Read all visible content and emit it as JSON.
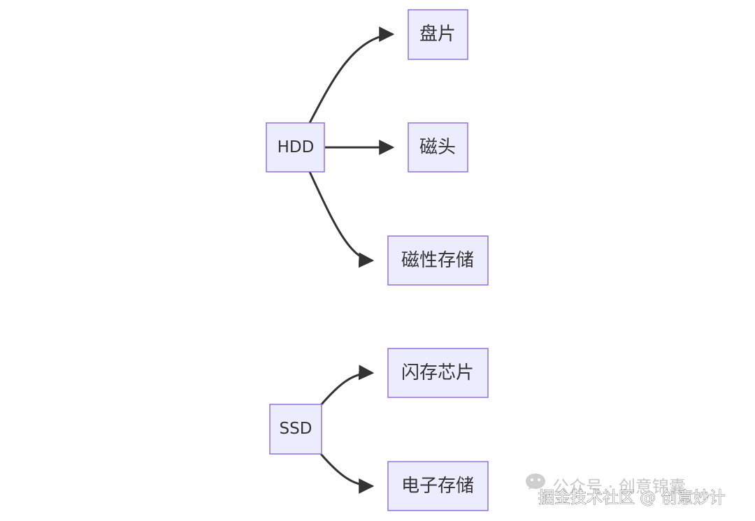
{
  "diagrams": [
    {
      "root": "HDD",
      "children": [
        "盘片",
        "磁头",
        "磁性存储"
      ]
    },
    {
      "root": "SSD",
      "children": [
        "闪存芯片",
        "电子存储"
      ]
    }
  ],
  "watermark": {
    "line1": "公众号 · 创意锦囊",
    "line2": "掘金技术社区 @ 创意妙计",
    "icon": "wechat-icon"
  },
  "colors": {
    "node_fill": "#ECECFF",
    "node_border": "#9370DB",
    "edge": "#333333",
    "text": "#333333"
  }
}
